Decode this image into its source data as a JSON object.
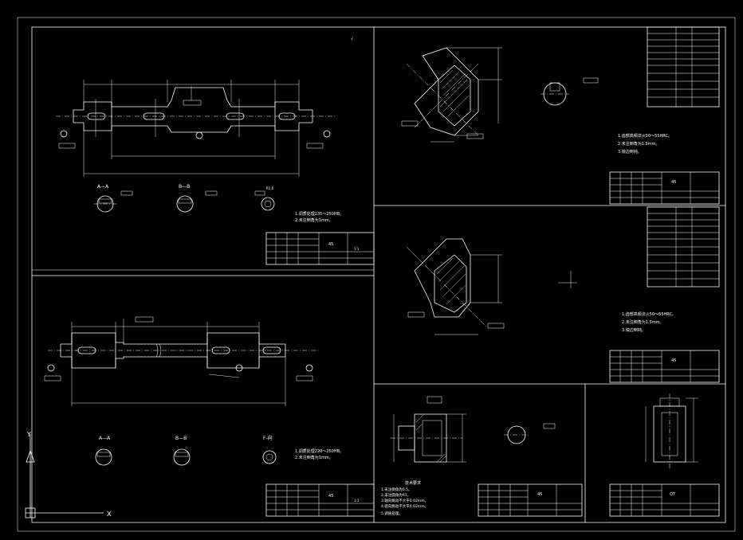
{
  "views": {
    "shaft1": {
      "sections": [
        "A—A",
        "B—B"
      ],
      "notes": [
        "1.调质处理235～250HB。",
        "2.未注倒角为1mm。"
      ],
      "radius": "R1.6"
    },
    "shaft2": {
      "sections": [
        "A—A",
        "B—B",
        "F-向"
      ],
      "notes": [
        "1.调质处理220～250HB。",
        "2.未注倒角为1mm。"
      ]
    },
    "gear1": {
      "notes": [
        "1.齿部高频淬火50～55HRC。",
        "2.未注倒角为1.5mm。",
        "3.锐边倒钝。"
      ]
    },
    "gear2": {
      "notes": [
        "1.齿部高频淬火50～55HRC。",
        "2.未注倒角为1.5mm。",
        "3.锐边倒钝。"
      ]
    },
    "part3": {
      "title": "技术要求",
      "notes": [
        "1.未注倒角为0.5。",
        "2.未注圆角为R1。",
        "3.轴向跳动不大于0.02mm。",
        "4.径向跳动不大于0.02mm。",
        "5.调质处理。"
      ]
    }
  },
  "title_blocks": {
    "shaft1": {
      "material": "45",
      "extra": "1:1"
    },
    "shaft2": {
      "material": "45",
      "extra": "1:1"
    },
    "gear1": {
      "material": "45"
    },
    "gear2": {
      "material": "45"
    },
    "part3": {
      "material": "45"
    },
    "part4": {
      "material": "QT"
    }
  },
  "ucs": {
    "x_label": "X",
    "y_label": "Y"
  },
  "colors": {
    "background": "#000000",
    "line": "#ffffff"
  }
}
